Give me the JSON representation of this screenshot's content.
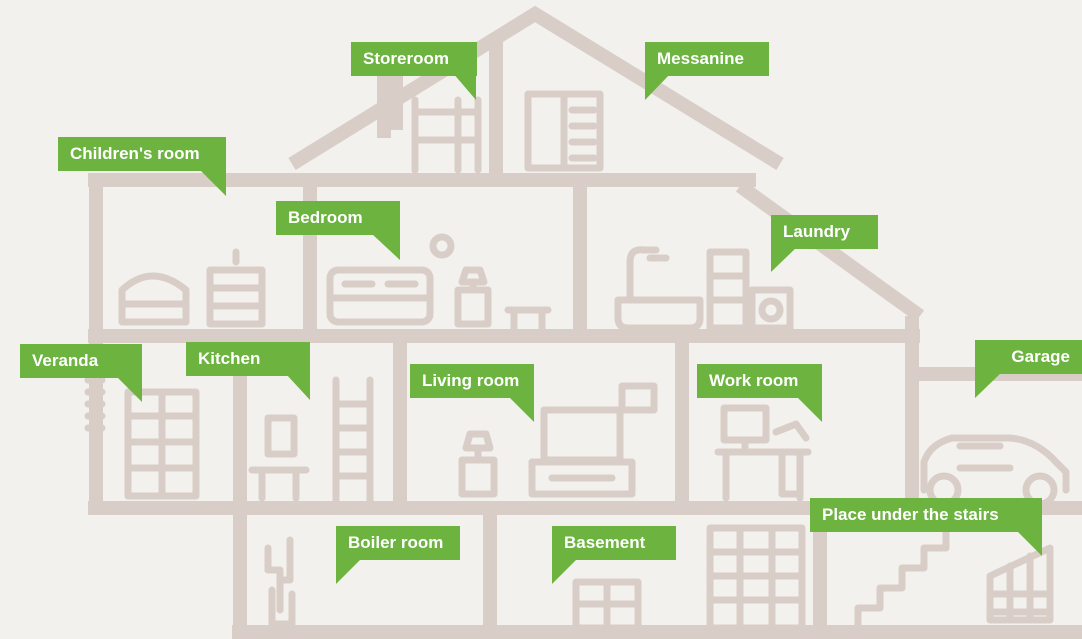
{
  "colors": {
    "background": "#f2f1ed",
    "structure": "#d9cdc8",
    "label_fill": "#6cb33f",
    "label_text": "#ffffff"
  },
  "labels": {
    "storeroom": "Storeroom",
    "messanine": "Messanine",
    "childrens_room": "Children's room",
    "bedroom": "Bedroom",
    "laundry": "Laundry",
    "veranda": "Veranda",
    "kitchen": "Kitchen",
    "living_room": "Living room",
    "work_room": "Work room",
    "garage": "Garage",
    "place_under_stairs": "Place under the stairs",
    "boiler_room": "Boiler room",
    "basement": "Basement"
  },
  "icons": {
    "storeroom": "shelving-ladder-icon",
    "messanine": "wardrobe-icon",
    "childrens_room": [
      "child-bed-icon",
      "toy-dresser-icon"
    ],
    "bedroom": [
      "double-bed-icon",
      "wall-clock-icon",
      "bedside-lamp-icon",
      "small-table-icon"
    ],
    "laundry": [
      "bathtub-shower-icon",
      "cabinet-icon",
      "washing-machine-icon"
    ],
    "veranda": [
      "railing-icon",
      "bookshelf-icon"
    ],
    "kitchen": [
      "window-icon",
      "kitchen-table-icon",
      "ladder-icon"
    ],
    "living_room": [
      "tv-icon",
      "tv-stand-icon",
      "lamp-icon",
      "picture-frame-icon"
    ],
    "work_room": [
      "computer-monitor-icon",
      "desk-icon",
      "desk-lamp-icon"
    ],
    "garage": "car-icon",
    "place_under_stairs": [
      "stairs-icon",
      "storage-crate-icon"
    ],
    "boiler_room": "boiler-pipes-icon",
    "basement": [
      "crate-icon",
      "storage-rack-icon"
    ]
  }
}
